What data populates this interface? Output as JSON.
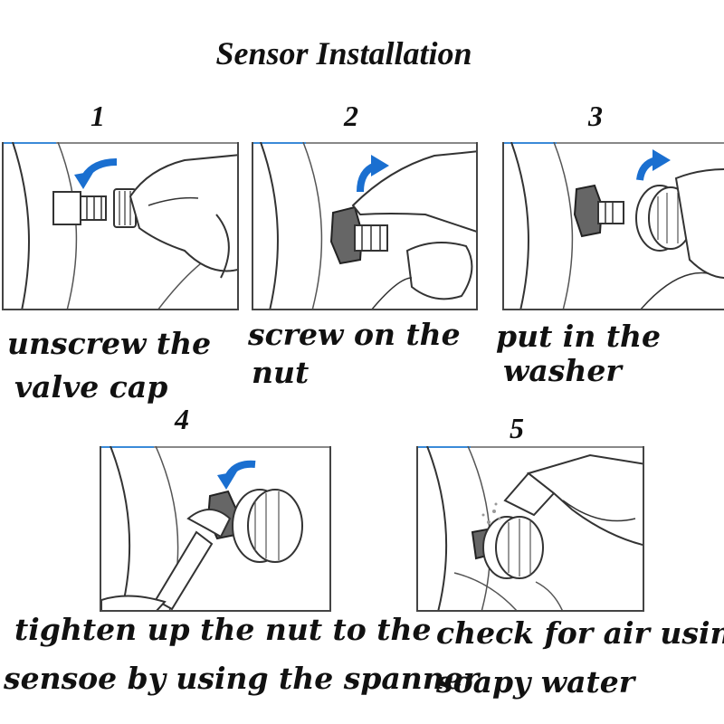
{
  "title": "Sensor Installation",
  "steps": [
    {
      "number": "1",
      "line1": "unscrew the",
      "line2": "valve cap"
    },
    {
      "number": "2",
      "line1": "screw on the",
      "line2": "nut"
    },
    {
      "number": "3",
      "line1": "put in the",
      "line2": "washer"
    },
    {
      "number": "4",
      "line1": "tighten up the nut to the",
      "line2": "sensoe by using the spanner"
    },
    {
      "number": "5",
      "line1": "check for air using",
      "line2": "soapy water"
    }
  ],
  "colors": {
    "arrow": "#1a6fd0",
    "outline": "#333333",
    "panel_border": "#444444"
  }
}
